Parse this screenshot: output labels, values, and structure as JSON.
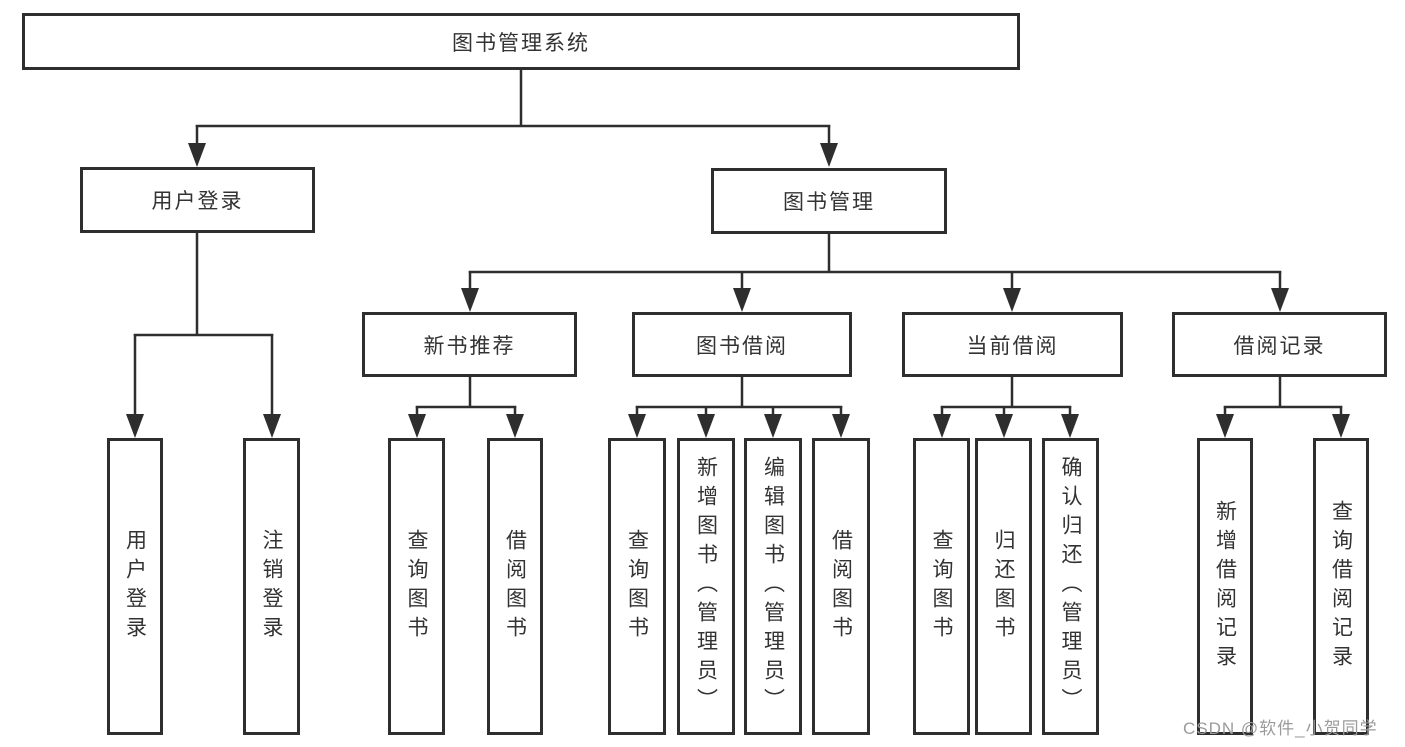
{
  "diagram": {
    "root": {
      "label": "图书管理系统"
    },
    "level2": [
      {
        "label": "用户登录"
      },
      {
        "label": "图书管理"
      }
    ],
    "level3": [
      {
        "label": "新书推荐"
      },
      {
        "label": "图书借阅"
      },
      {
        "label": "当前借阅"
      },
      {
        "label": "借阅记录"
      }
    ],
    "leaves": {
      "user_login": [
        "用户登录",
        "注销登录"
      ],
      "new_book_recommend": [
        "查询图书",
        "借阅图书"
      ],
      "book_borrowing": [
        "查询图书",
        "新增图书（管理员）",
        "编辑图书（管理员）",
        "借阅图书"
      ],
      "current_borrowing": [
        "查询图书",
        "归还图书",
        "确认归还（管理员）"
      ],
      "borrowing_records": [
        "新增借阅记录",
        "查询借阅记录"
      ]
    }
  },
  "watermark": {
    "text": "CSDN @软件_小贺同学",
    "color": "#9b9b9b"
  },
  "colors": {
    "line": "#2e2e2e",
    "box_border": "#2e2e2e",
    "text": "#333333",
    "background": "#ffffff"
  }
}
